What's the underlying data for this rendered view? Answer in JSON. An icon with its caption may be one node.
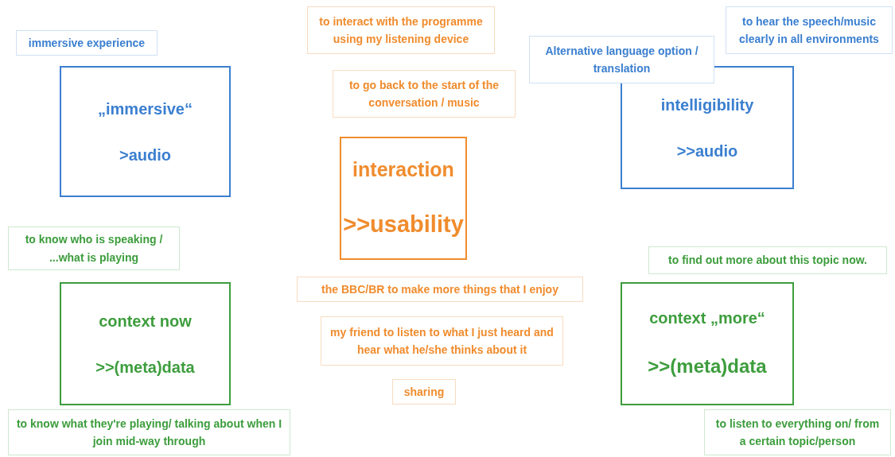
{
  "diagram": {
    "nodes": [
      {
        "text": [
          "to interact with the programme using my listening device"
        ]
      },
      {
        "text": [
          "to hear the speech/music clearly in all environments"
        ]
      },
      {
        "text": [
          "immersive experience"
        ]
      },
      {
        "text": [
          "Alternative language option / translation"
        ]
      },
      {
        "text": [
          "„immersive“",
          ">audio"
        ]
      },
      {
        "text": [
          "to go back to the start of the conversation / music"
        ]
      },
      {
        "text": [
          "intelligibility",
          ">>audio"
        ]
      },
      {
        "text": [
          "interaction",
          ">>usability"
        ]
      },
      {
        "text": [
          "to know who is speaking / ...what is playing"
        ]
      },
      {
        "text": [
          "to find out more about this topic now."
        ]
      },
      {
        "text": [
          "the BBC/BR to make more things that I enjoy"
        ]
      },
      {
        "text": [
          "context now",
          ">>(meta)data"
        ]
      },
      {
        "text": [
          "my friend to listen to what I just heard and hear what he/she thinks about it"
        ]
      },
      {
        "text": [
          "context „more“",
          ">>(meta)data"
        ]
      },
      {
        "text": [
          "sharing"
        ]
      },
      {
        "text": [
          "to know what they're playing/ talking about when I join mid-way through"
        ]
      },
      {
        "text": [
          "to listen to everything on/ from a certain topic/person"
        ]
      }
    ]
  }
}
